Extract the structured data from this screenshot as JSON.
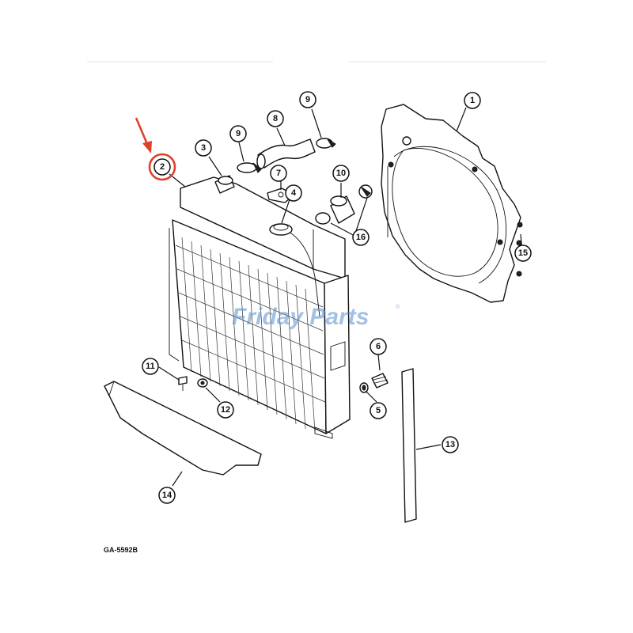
{
  "callouts": {
    "c1": "1",
    "c2": "2",
    "c3": "3",
    "c4": "4",
    "c5": "5",
    "c6": "6",
    "c7": "7",
    "c8": "8",
    "c9a": "9",
    "c9b": "9",
    "c10": "10",
    "c11": "11",
    "c12": "12",
    "c13": "13",
    "c14": "14",
    "c15": "15",
    "c16": "16"
  },
  "watermark": {
    "text": "Friday Parts",
    "registered": "®"
  },
  "figure_code": "GA-5592B",
  "highlight": {
    "target_callout": "2",
    "color": "#e0412b"
  }
}
